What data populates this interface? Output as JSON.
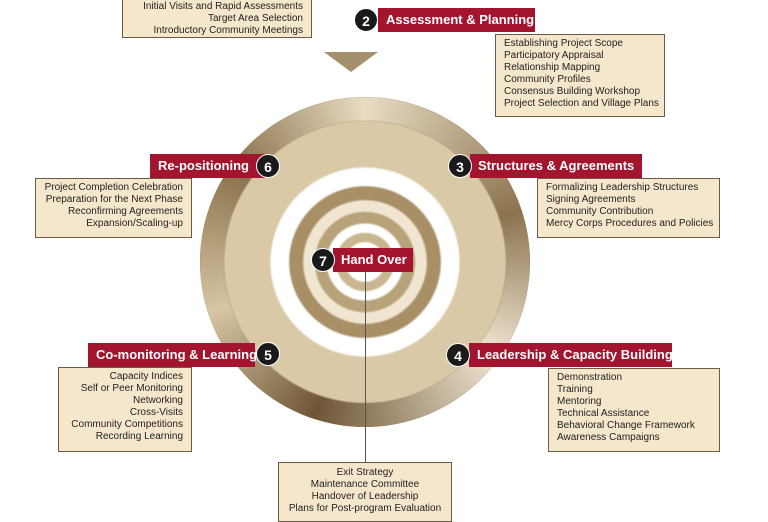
{
  "steps": {
    "s1": {
      "items": [
        "Initial Visits and Rapid Assessments",
        "Target Area Selection",
        "Introductory Community Meetings"
      ]
    },
    "s2": {
      "number": "2",
      "title": "Assessment & Planning",
      "items": [
        "Establishing Project Scope",
        "Participatory Appraisal",
        "Relationship Mapping",
        "Community Profiles",
        "Consensus Building Workshop",
        "Project Selection and Village Plans"
      ]
    },
    "s3": {
      "number": "3",
      "title": "Structures & Agreements",
      "items": [
        "Formalizing Leadership Structures",
        "Signing Agreements",
        "Community Contribution",
        "Mercy Corps Procedures and Policies"
      ]
    },
    "s4": {
      "number": "4",
      "title": "Leadership & Capacity Building",
      "items": [
        "Demonstration",
        "Training",
        "Mentoring",
        "Technical Assistance",
        "Behavioral Change Framework",
        "Awareness Campaigns"
      ]
    },
    "s5": {
      "number": "5",
      "title": "Co-monitoring & Learning",
      "items": [
        "Capacity Indices",
        "Self or Peer Monitoring",
        "Networking",
        "Cross-Visits",
        "Community Competitions",
        "Recording Learning"
      ]
    },
    "s6": {
      "number": "6",
      "title": "Re-positioning",
      "items": [
        "Project Completion Celebration",
        "Preparation for the Next Phase",
        "Reconfirming Agreements",
        "Expansion/Scaling-up"
      ]
    },
    "s7": {
      "number": "7",
      "title": "Hand Over",
      "items": [
        "Exit Strategy",
        "Maintenance Committee",
        "Handover of Leadership",
        "Plans for Post-program Evaluation"
      ]
    }
  },
  "colors": {
    "label": "#a3142f",
    "box": "#f4e7cb",
    "number": "#1a1a1a"
  }
}
